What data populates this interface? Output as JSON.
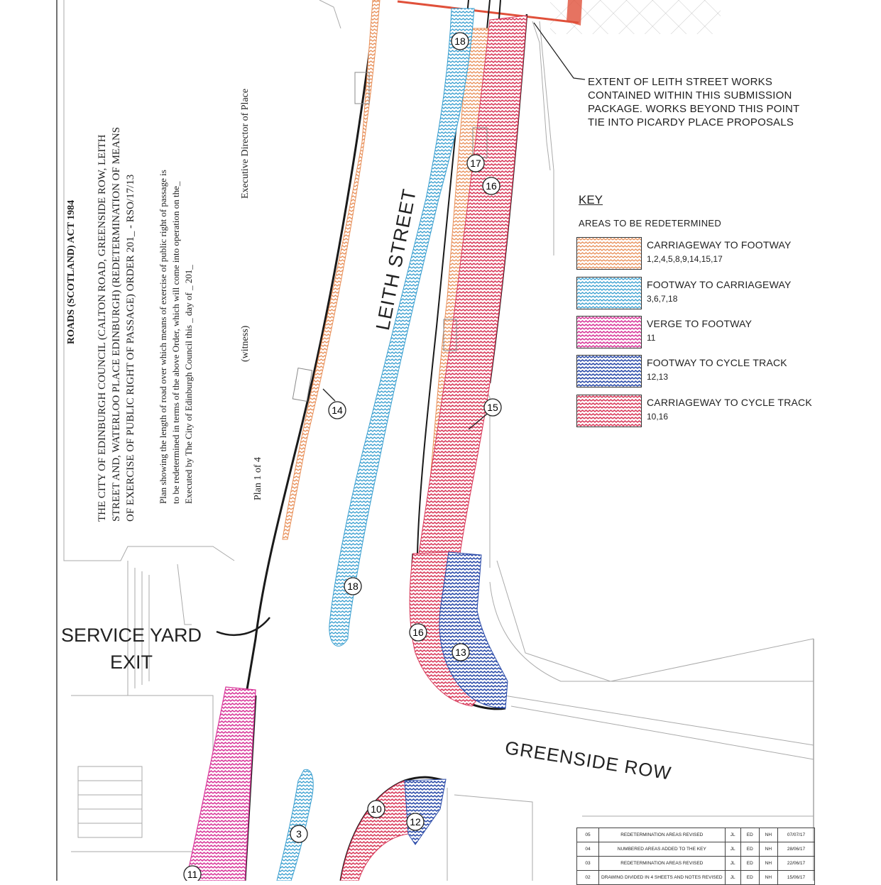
{
  "order_text": {
    "act": "ROADS (SCOTLAND) ACT 1984",
    "title_line1": "THE CITY OF EDINBURGH COUNCIL (CALTON ROAD, GREENSIDE ROW, LEITH",
    "title_line2": "STREET AND, WATERLOO PLACE EDINBURGH) (REDETERMINATION OF MEANS",
    "title_line3": "OF EXERCISE OF PUBLIC RIGHT OF PASSAGE) ORDER 201_ - RSO/17/13",
    "plan_line1": "Plan showing the length of road over which means of exercise of public right of passage is",
    "plan_line2": "to be redetermined in terms of the above Order, which will come into operation on the_",
    "plan_line3": "Executed by The City of Edinburgh Council this _ day of _ 201_",
    "executive": "Executive Director of Place",
    "witness": "(witness)",
    "plan_no": "Plan 1 of 4"
  },
  "note": {
    "line1": "EXTENT OF LEITH STREET WORKS",
    "line2": "CONTAINED WITHIN THIS SUBMISSION",
    "line3": "PACKAGE.  WORKS  BEYOND THIS POINT",
    "line4": "TIE INTO PICARDY PLACE PROPOSALS"
  },
  "key": {
    "title": "KEY",
    "subtitle": "AREAS TO BE REDETERMINED",
    "items": [
      {
        "label": "CARRIAGEWAY TO FOOTWAY",
        "numbers": "1,2,4,5,8,9,14,15,17",
        "color": "#e8905a"
      },
      {
        "label": "FOOTWAY TO CARRIAGEWAY",
        "numbers": "3,6,7,18",
        "color": "#3a9fd0"
      },
      {
        "label": "VERGE TO FOOTWAY",
        "numbers": "11",
        "color": "#d8389a"
      },
      {
        "label": "FOOTWAY TO CYCLE TRACK",
        "numbers": "12,13",
        "color": "#2a4aa8"
      },
      {
        "label": "CARRIAGEWAY TO CYCLE TRACK",
        "numbers": "10,16",
        "color": "#d83a5a"
      }
    ]
  },
  "labels": {
    "leith_street": "LEITH STREET",
    "greenside_row": "GREENSIDE ROW",
    "service_yard_line1": "SERVICE YARD",
    "service_yard_line2": "EXIT"
  },
  "areas": {
    "a18_top": "18",
    "a17": "17",
    "a16_top": "16",
    "a14": "14",
    "a15": "15",
    "a18_low": "18",
    "a16_low": "16",
    "a13": "13",
    "a10": "10",
    "a12": "12",
    "a3": "3",
    "a11": "11"
  },
  "revisions": [
    {
      "rev": "05",
      "desc": "REDETERMINATION AREAS REVISED",
      "by": "JL",
      "chk": "ED",
      "app": "NH",
      "date": "07/07/17"
    },
    {
      "rev": "04",
      "desc": "NUMBERED AREAS ADDED TO THE KEY",
      "by": "JL",
      "chk": "ED",
      "app": "NH",
      "date": "28/06/17"
    },
    {
      "rev": "03",
      "desc": "REDETERMINATION AREAS REVISED",
      "by": "JL",
      "chk": "ED",
      "app": "NH",
      "date": "22/06/17"
    },
    {
      "rev": "02",
      "desc": "DRAWING DIVIDED IN 4 SHEETS AND NOTES REVISED",
      "by": "JL",
      "chk": "ED",
      "app": "NH",
      "date": "15/06/17"
    }
  ]
}
